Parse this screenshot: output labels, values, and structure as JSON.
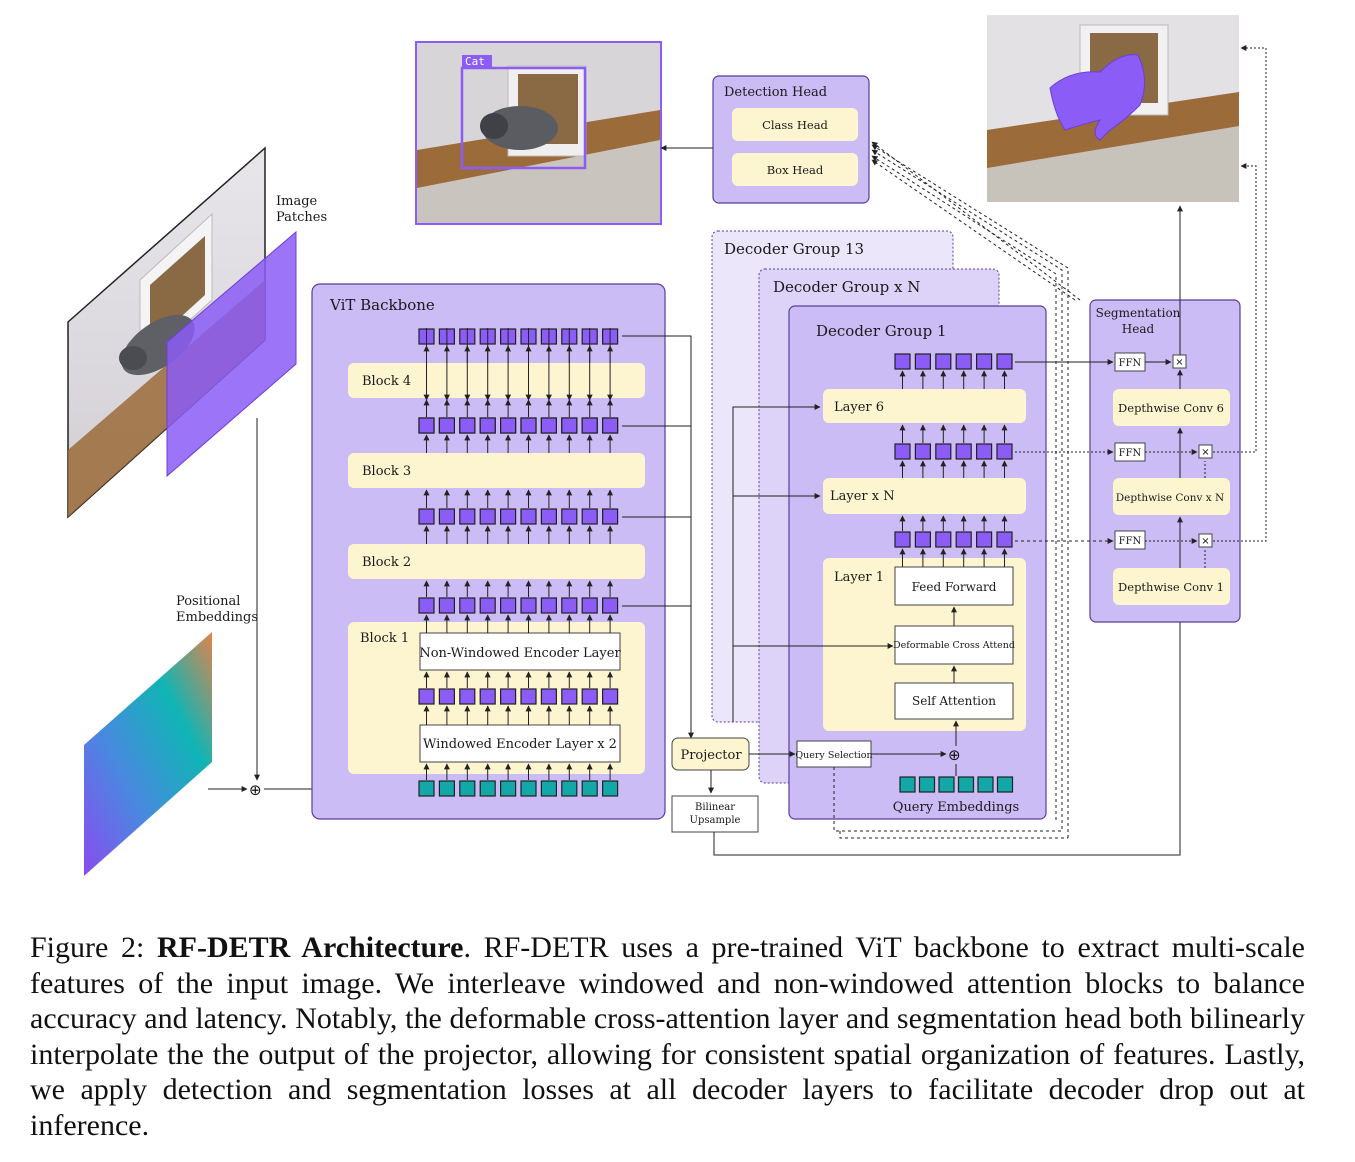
{
  "figure": {
    "labels": {
      "image_patches": [
        "Image",
        "Patches"
      ],
      "positional_embeddings": [
        "Positional",
        "Embeddings"
      ],
      "cat_tag": "Cat",
      "vit_backbone": "ViT Backbone",
      "block4": "Block 4",
      "block3": "Block 3",
      "block2": "Block 2",
      "block1": "Block 1",
      "non_windowed": "Non-Windowed Encoder Layer",
      "windowed": "Windowed Encoder Layer x 2",
      "projector": "Projector",
      "bilinear": [
        "Bilinear",
        "Upsample"
      ],
      "detection_head": "Detection Head",
      "class_head": "Class Head",
      "box_head": "Box Head",
      "decoder_group_13": "Decoder Group 13",
      "decoder_group_xn": "Decoder Group x N",
      "decoder_group_1": "Decoder Group 1",
      "layer6": "Layer 6",
      "layerxn": "Layer x N",
      "layer1": "Layer 1",
      "feed_forward": "Feed Forward",
      "deform_cross": "Deformable Cross Attend",
      "self_attention": "Self Attention",
      "query_selection": "Query Selection",
      "query_embeddings": "Query Embeddings",
      "seg_head": [
        "Segmentation",
        "Head"
      ],
      "ffn": "FFN",
      "dwconv6": "Depthwise Conv 6",
      "dwconvxn": "Depthwise Conv x N",
      "dwconv1": "Depthwise Conv 1",
      "mult": "×",
      "plus": "⊕"
    }
  },
  "caption": {
    "prefix": "Figure 2: ",
    "title": "RF-DETR Architecture",
    "body": ". RF-DETR uses a pre-trained ViT backbone to extract multi-scale features of the input image. We interleave windowed and non-windowed attention blocks to balance accuracy and latency. Notably, the deformable cross-attention layer and segmentation head both bilinearly interpolate the the output of the projector, allowing for consistent spatial organization of features. Lastly, we apply detection and segmentation losses at all decoder layers to facilitate decoder drop out at inference."
  },
  "colors": {
    "purple_panel": "#cbbcf5",
    "purple_token": "#8b5cf6",
    "teal_token": "#14a7a7",
    "cream": "#fdf5d0",
    "box_border": "#5b3d9c"
  }
}
